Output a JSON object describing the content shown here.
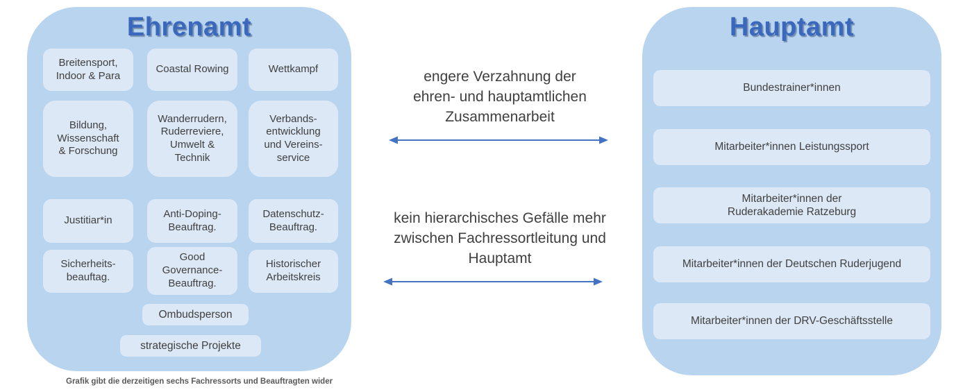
{
  "ehrenamt": {
    "title": "Ehrenamt",
    "boxes": [
      "Breitensport,\nIndoor & Para",
      "Coastal Rowing",
      "Wettkampf",
      "Bildung,\nWissenschaft\n& Forschung",
      "Wanderrudern,\nRuderreviere,\nUmwelt &\nTechnik",
      "Verbands-\nentwicklung\nund Vereins-\nservice",
      "Justitiar*in",
      "Anti-Doping-\nBeauftrag.",
      "Datenschutz-\nBeauftrag.",
      "Sicherheits-\nbeauftag.",
      "Good\nGovernance-\nBeauftrag.",
      "Historischer\nArbeitskreis",
      "Ombudsperson",
      "strategische Projekte"
    ]
  },
  "hauptamt": {
    "title": "Hauptamt",
    "boxes": [
      "Bundestrainer*innen",
      "Mitarbeiter*innen Leistungssport",
      "Mitarbeiter*innen der\nRuderakademie Ratzeburg",
      "Mitarbeiter*innen der Deutschen Ruderjugend",
      "Mitarbeiter*innen der DRV-Geschäftsstelle"
    ]
  },
  "middle": {
    "statement1": "engere Verzahnung der\nehren- und hauptamtlichen\nZusammenarbeit",
    "statement2": "kein hierarchisches Gefälle mehr\nzwischen Fachressortleitung und\nHauptamt"
  },
  "caption": "Grafik gibt die derzeitigen sechs Fachressorts und Beauftragten wider",
  "colors": {
    "panel_background": "#b9d4ee",
    "box_background": "#dce8f6",
    "title_blue": "#3a68bd",
    "body_text": "#404040",
    "arrow_blue": "#4472c4",
    "caption_gray": "#595959"
  }
}
